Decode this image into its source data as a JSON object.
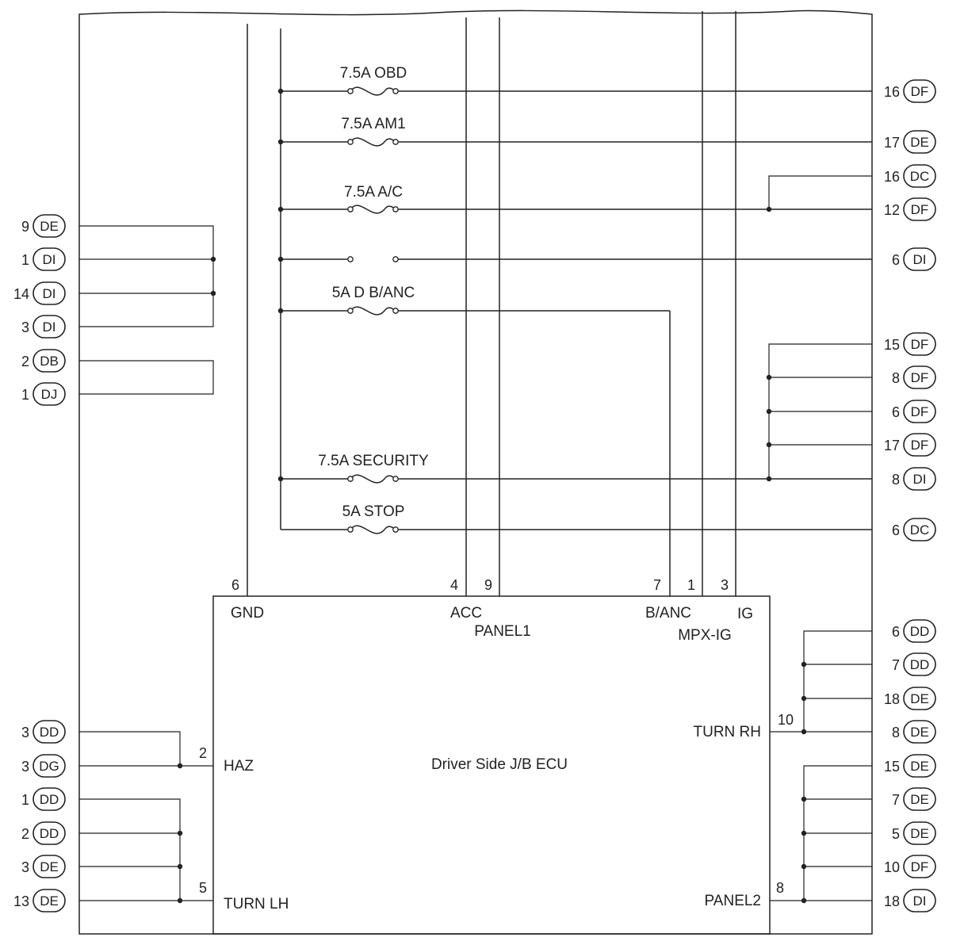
{
  "ecu": {
    "title": "Driver Side J/B ECU",
    "terminals": {
      "gnd": "GND",
      "acc": "ACC",
      "panel1": "PANEL1",
      "banc": "B/ANC",
      "mpxig": "MPX-IG",
      "ig": "IG",
      "haz": "HAZ",
      "turn_lh": "TURN LH",
      "turn_rh": "TURN RH",
      "panel2": "PANEL2"
    },
    "pins": {
      "gnd": "6",
      "acc": "4",
      "panel1": "9",
      "banc": "7",
      "mpxig": "1",
      "ig": "3",
      "haz": "2",
      "turn_lh": "5",
      "turn_rh": "10",
      "panel2": "8"
    }
  },
  "fuses": [
    {
      "label": "7.5A OBD"
    },
    {
      "label": "7.5A AM1"
    },
    {
      "label": "7.5A A/C"
    },
    {
      "label": "5A D B/ANC"
    },
    {
      "label": "7.5A SECURITY"
    },
    {
      "label": "5A STOP"
    }
  ],
  "left_connectors": [
    {
      "pin": "9",
      "code": "DE"
    },
    {
      "pin": "1",
      "code": "DI"
    },
    {
      "pin": "14",
      "code": "DI"
    },
    {
      "pin": "3",
      "code": "DI"
    },
    {
      "pin": "2",
      "code": "DB"
    },
    {
      "pin": "1",
      "code": "DJ"
    },
    {
      "pin": "3",
      "code": "DD"
    },
    {
      "pin": "3",
      "code": "DG"
    },
    {
      "pin": "1",
      "code": "DD"
    },
    {
      "pin": "2",
      "code": "DD"
    },
    {
      "pin": "3",
      "code": "DE"
    },
    {
      "pin": "13",
      "code": "DE"
    }
  ],
  "right_connectors": [
    {
      "pin": "16",
      "code": "DF"
    },
    {
      "pin": "17",
      "code": "DE"
    },
    {
      "pin": "16",
      "code": "DC"
    },
    {
      "pin": "12",
      "code": "DF"
    },
    {
      "pin": "6",
      "code": "DI"
    },
    {
      "pin": "15",
      "code": "DF"
    },
    {
      "pin": "8",
      "code": "DF"
    },
    {
      "pin": "6",
      "code": "DF"
    },
    {
      "pin": "17",
      "code": "DF"
    },
    {
      "pin": "8",
      "code": "DI"
    },
    {
      "pin": "6",
      "code": "DC"
    },
    {
      "pin": "6",
      "code": "DD"
    },
    {
      "pin": "7",
      "code": "DD"
    },
    {
      "pin": "18",
      "code": "DE"
    },
    {
      "pin": "8",
      "code": "DE"
    },
    {
      "pin": "15",
      "code": "DE"
    },
    {
      "pin": "7",
      "code": "DE"
    },
    {
      "pin": "5",
      "code": "DE"
    },
    {
      "pin": "10",
      "code": "DF"
    },
    {
      "pin": "18",
      "code": "DI"
    }
  ]
}
